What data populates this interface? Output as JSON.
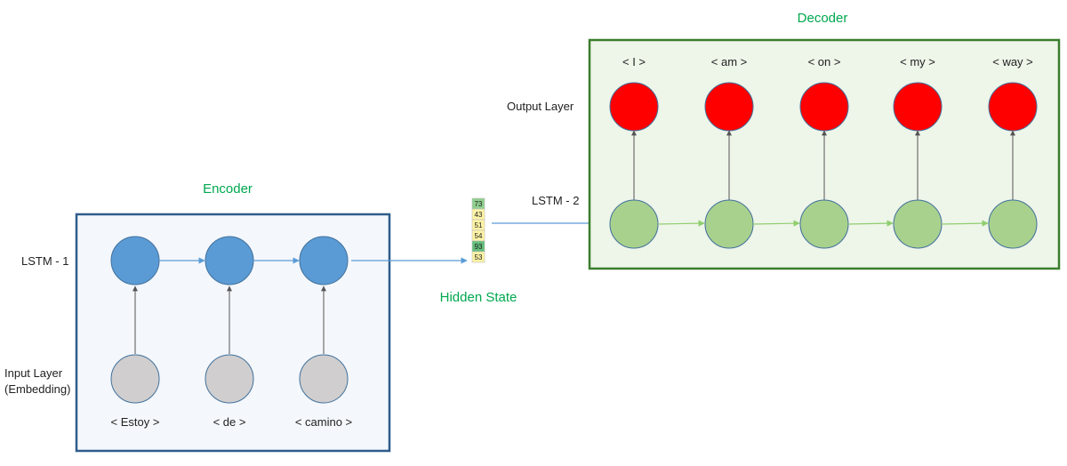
{
  "colors": {
    "encoder_node": "#5b9bd5",
    "input_node": "#d0cece",
    "decoder_node": "#a9d18e",
    "output_node": "#ff0000",
    "encoder_bg": "#f4f7fc",
    "encoder_border": "#2e5c8a",
    "decoder_bg": "#eef5e9",
    "decoder_border": "#3a7d2c",
    "title_green": "#00a84f"
  },
  "encoder": {
    "title": "Encoder",
    "row_lstm_label": "LSTM - 1",
    "row_input_label_line1": "Input Layer",
    "row_input_label_line2": "(Embedding)",
    "tokens": [
      "< Estoy >",
      "< de >",
      "< camino >"
    ]
  },
  "hidden_state": {
    "title": "Hidden State",
    "values": [
      "73",
      "43",
      "51",
      "54",
      "93",
      "53"
    ],
    "cell_colors": [
      "#8fcf8f",
      "#fdf3a5",
      "#fdf3a5",
      "#fdf3a5",
      "#63be7b",
      "#fdf3a5"
    ]
  },
  "decoder": {
    "title": "Decoder",
    "row_lstm_label": "LSTM - 2",
    "row_output_label": "Output Layer",
    "tokens": [
      "< I >",
      "< am >",
      "< on >",
      "< my >",
      "< way >"
    ]
  }
}
